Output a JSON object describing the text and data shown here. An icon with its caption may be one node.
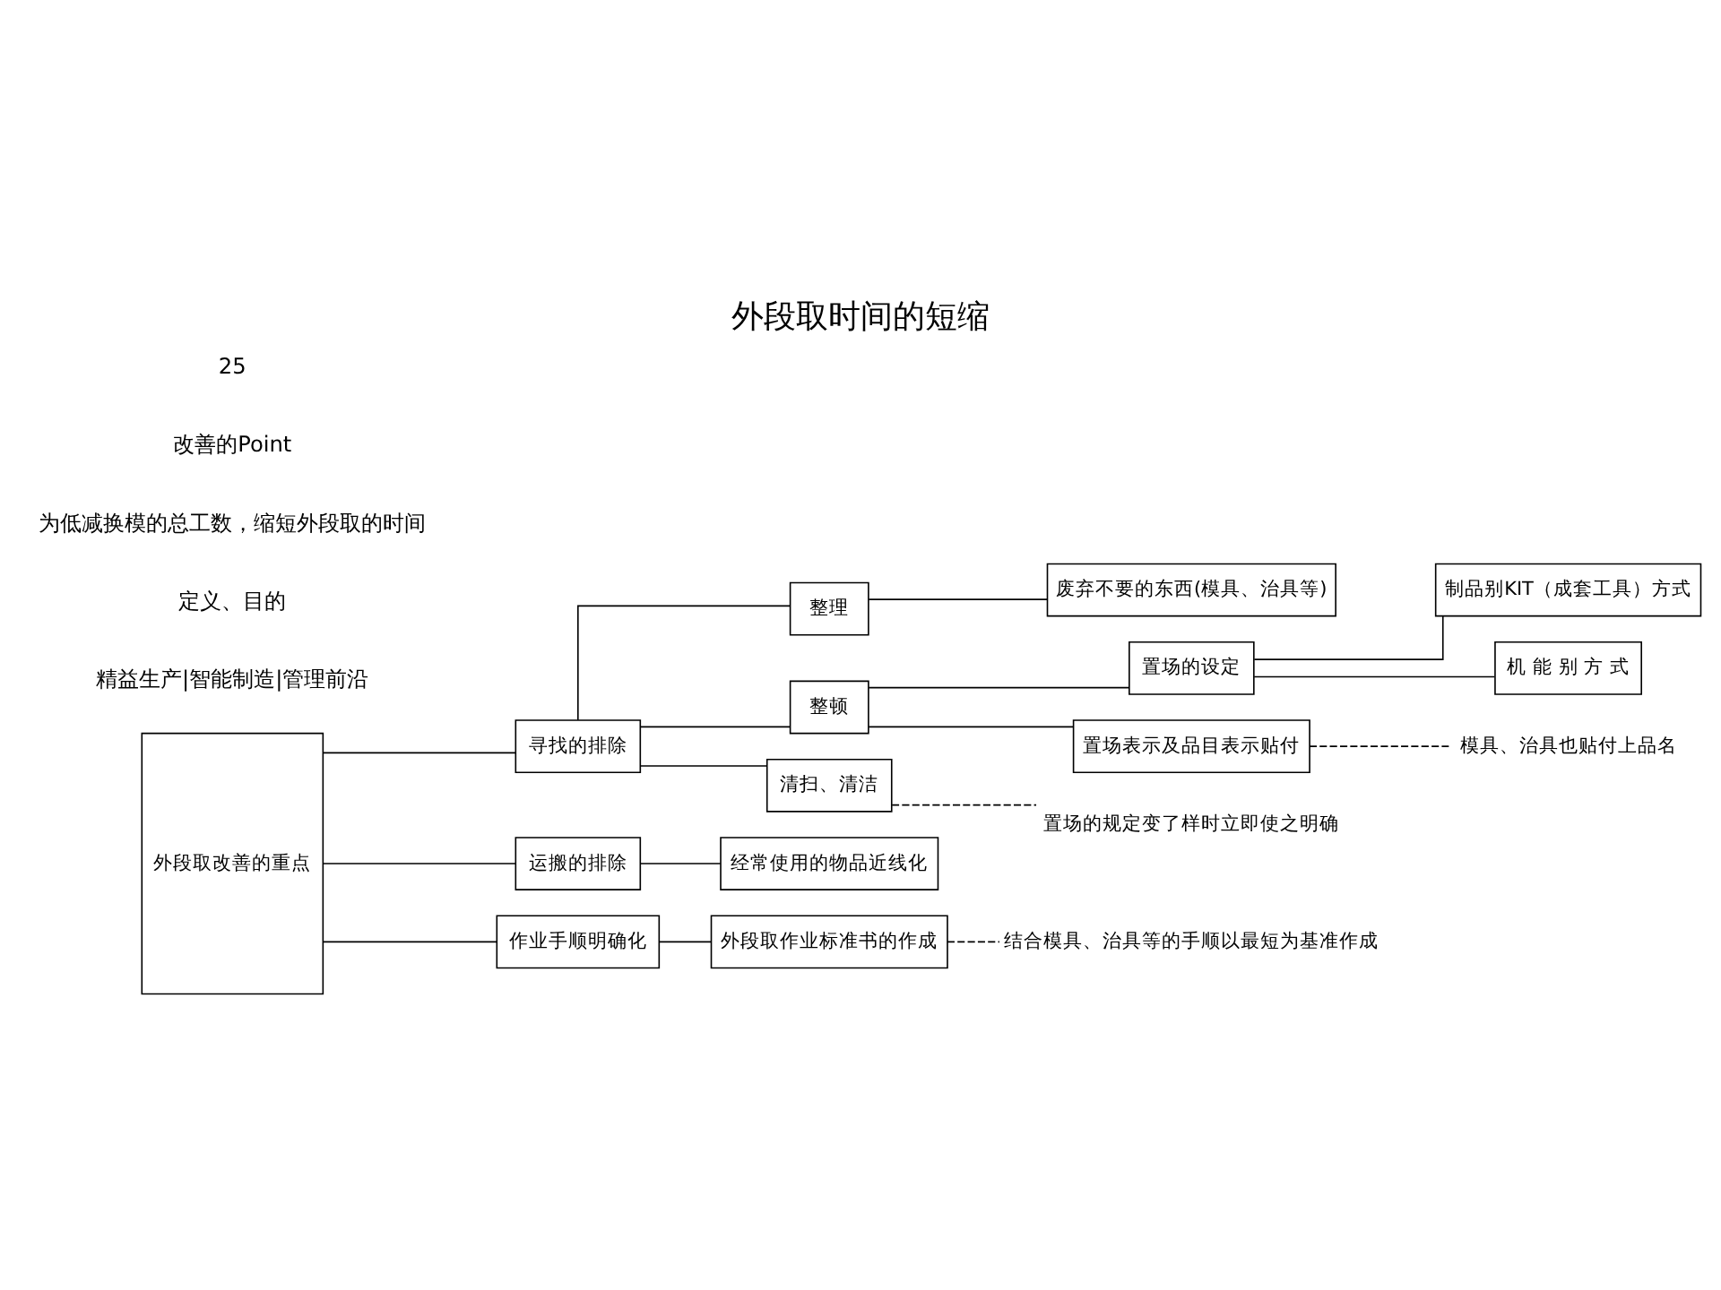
{
  "diagram": {
    "title": "外段取时间的短缩",
    "nodes": [
      {
        "text": [
          "外段取改善的重点"
        ]
      },
      {
        "text": [
          "寻找的排除"
        ]
      },
      {
        "text": [
          "整理"
        ]
      },
      {
        "text": [
          "废弃不要的东西(模具、治具等)"
        ]
      },
      {
        "text": [
          "整顿"
        ]
      },
      {
        "text": [
          "置场的设定"
        ]
      },
      {
        "text": [
          "制品别KIT（成套工具）方式"
        ]
      },
      {
        "text": [
          "机 能 别 方 式"
        ]
      },
      {
        "text": [
          "置场表示及品目表示贴付"
        ]
      },
      {
        "text": [
          "模具、治具也贴付上品名"
        ]
      },
      {
        "text": [
          "清扫、清洁"
        ]
      },
      {
        "text": [
          "置场的规定变了样时立即使之明确"
        ]
      },
      {
        "text": [
          "运搬的排除"
        ]
      },
      {
        "text": [
          "经常使用的物品近线化"
        ]
      },
      {
        "text": [
          "作业手顺明确化"
        ]
      },
      {
        "text": [
          "外段取作业标准书的作成"
        ]
      },
      {
        "text": [
          "结合模具、治具等的手顺以最短为基准作成"
        ]
      }
    ],
    "edges": [
      {
        "from": 0,
        "to": 1,
        "arrow": "none"
      },
      {
        "from": 0,
        "to": 12,
        "arrow": "none"
      },
      {
        "from": 0,
        "to": 14,
        "arrow": "none"
      },
      {
        "from": 1,
        "to": 2,
        "arrow": "none"
      },
      {
        "from": 1,
        "to": 4,
        "arrow": "none"
      },
      {
        "from": 1,
        "to": 10,
        "arrow": "none"
      },
      {
        "from": 2,
        "to": 3,
        "arrow": "none"
      },
      {
        "from": 4,
        "to": 5,
        "arrow": "none"
      },
      {
        "from": 4,
        "to": 8,
        "arrow": "none"
      },
      {
        "from": 5,
        "to": 6,
        "arrow": "none"
      },
      {
        "from": 5,
        "to": 7,
        "arrow": "none"
      },
      {
        "from": 8,
        "to": 9,
        "arrow": "none",
        "style": "dashed"
      },
      {
        "from": 10,
        "to": 11,
        "arrow": "none",
        "style": "dashed"
      },
      {
        "from": 12,
        "to": 13,
        "arrow": "none"
      },
      {
        "from": 14,
        "to": 15,
        "arrow": "none"
      },
      {
        "from": 15,
        "to": 16,
        "arrow": "none",
        "style": "dashed"
      }
    ],
    "labels": [
      "精益生产|智能制造|管理前沿",
      "定义、目的",
      "为低减换模的总工数，缩短外段取的时间",
      "改善的Point",
      "25"
    ]
  }
}
